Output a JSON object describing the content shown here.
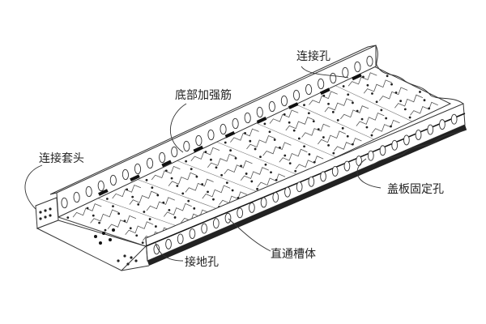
{
  "diagram": {
    "labels": {
      "connection_hole": "连接孔",
      "bottom_rib": "底部加强筋",
      "connector_sleeve": "连接套头",
      "cover_fixing_hole": "盖板固定孔",
      "grounding_hole": "接地孔",
      "straight_trough": "直通槽体"
    }
  }
}
